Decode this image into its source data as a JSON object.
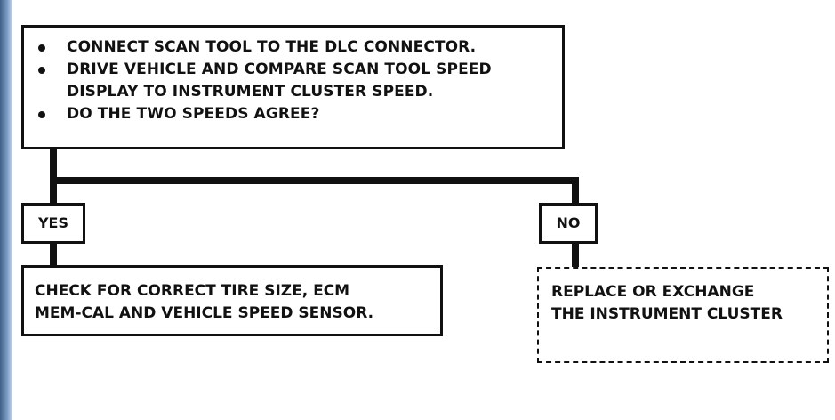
{
  "diagram": {
    "question_box": {
      "items": [
        "CONNECT SCAN TOOL TO THE DLC CONNECTOR.",
        "DRIVE VEHICLE AND COMPARE SCAN TOOL SPEED DISPLAY TO INSTRUMENT CLUSTER SPEED.",
        "DO THE TWO SPEEDS AGREE?"
      ]
    },
    "yes_label": "YES",
    "no_label": "NO",
    "yes_result": "CHECK FOR CORRECT TIRE SIZE, ECM\nMEM-CAL AND VEHICLE SPEED SENSOR.",
    "no_result": "REPLACE OR EXCHANGE\nTHE INSTRUMENT CLUSTER"
  }
}
